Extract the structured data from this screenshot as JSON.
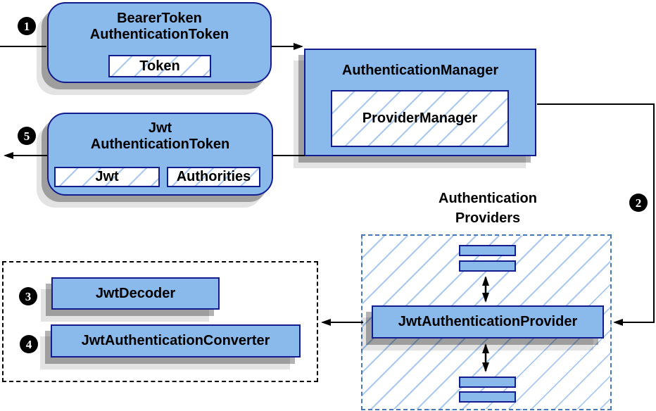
{
  "diagram": {
    "nodes": {
      "bearer_token_authentication_token": {
        "title_line1": "BearerToken",
        "title_line2": "AuthenticationToken",
        "field": "Token"
      },
      "jwt_authentication_token": {
        "title_line1": "Jwt",
        "title_line2": "AuthenticationToken",
        "field1": "Jwt",
        "field2": "Authorities"
      },
      "authentication_manager": {
        "title": "AuthenticationManager",
        "field": "ProviderManager"
      },
      "authentication_providers_group": {
        "label_line1": "Authentication",
        "label_line2": "Providers"
      },
      "jwt_authentication_provider": {
        "label": "JwtAuthenticationProvider"
      },
      "jwt_decoder": {
        "label": "JwtDecoder"
      },
      "jwt_authentication_converter": {
        "label": "JwtAuthenticationConverter"
      }
    },
    "badges": {
      "step1": "1",
      "step2": "2",
      "step3": "3",
      "step4": "4",
      "step5": "5"
    },
    "colors": {
      "node_fill": "#8ab9ec",
      "node_border": "#121c8f",
      "hatch_line": "#a9c9f1",
      "providers_dash_border": "#4677b8",
      "arrow_color": "#000000",
      "badge_bg": "#000000",
      "badge_text": "#ffffff"
    }
  }
}
